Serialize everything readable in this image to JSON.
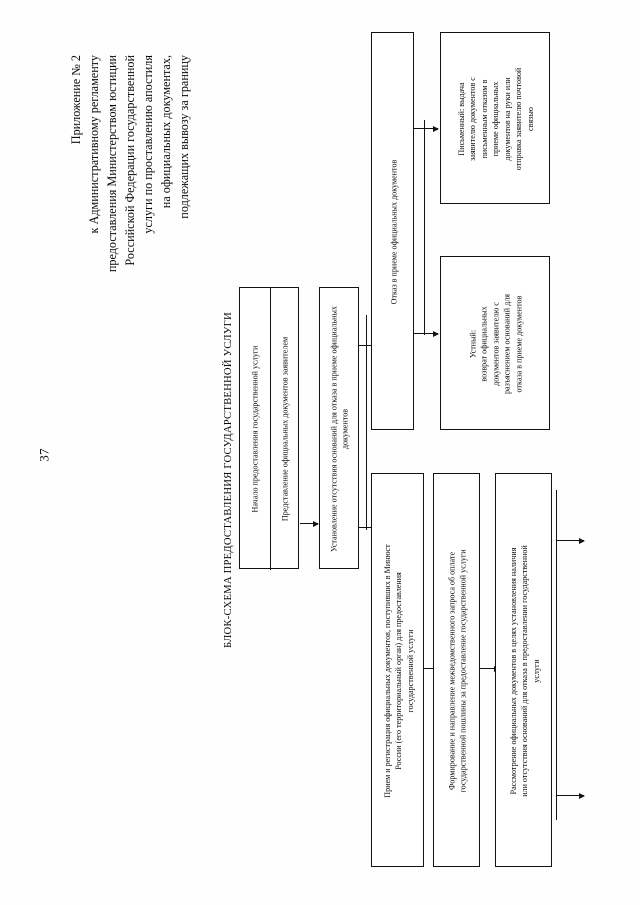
{
  "document": {
    "page_number": "37",
    "orientation": "landscape-rotated-90ccw",
    "ink_color": "#121212",
    "paper_color": "#fefefe"
  },
  "header": {
    "lines": [
      "Приложение № 2",
      "к Административному регламенту",
      "предоставления Министерством юстиции",
      "Российской Федерации государственной",
      "услуги по проставлению апостиля",
      "на официальных документах,",
      "подлежащих вывозу за границу"
    ]
  },
  "chart_title": "БЛОК-СХЕМА ПРЕДОСТАВЛЕНИЯ ГОСУДАРСТВЕННОЙ УСЛУГИ",
  "flowchart": {
    "start_box": {
      "row1": "Начало предоставления государственной услуги",
      "row2": "Представление официальных документов заявителем"
    },
    "check_box": "Установление отсутствия оснований для отказа в приеме официальных документов",
    "refusal_box": "Отказ в приеме официальных документов",
    "oral_box": "Устный:\nвозврат официальных документов заявителю с разъяснением оснований для отказа в приеме документов",
    "oral_box_lines": [
      "Устный:",
      "возврат официальных",
      "документов заявителю с",
      "разъяснением оснований для",
      "отказа в приеме документов"
    ],
    "written_box_lines": [
      "Письменный: выдача",
      "заявителю документов с",
      "письменным отказом в",
      "приеме официальных",
      "документов на руки или",
      "отправка заявителю почтовой",
      "связью"
    ],
    "registration_box_lines": [
      "Прием и регистрация официальных документов, поступивших в Минюст",
      "России (его территориальный орган) для предоставления",
      "государственной услуги"
    ],
    "interagency_box_lines": [
      "Формирование и направление межведомственного запроса об оплате",
      "государственной пошлины за предоставление государственной услуги"
    ],
    "review_box_lines": [
      "Рассмотрение официальных документов в целях установления наличия",
      "или отсутствия оснований для отказа в предоставлении государственной",
      "услуги"
    ]
  },
  "connectors": {
    "start_to_check": "arrow",
    "check_to_refusal": "arrow",
    "check_to_registration": "arrow",
    "refusal_to_oral": "arrow",
    "refusal_to_written": "arrow",
    "registration_to_interagency": "arrow",
    "interagency_to_review": "arrow",
    "review_exit_top": "arrow",
    "review_exit_bottom": "arrow"
  }
}
